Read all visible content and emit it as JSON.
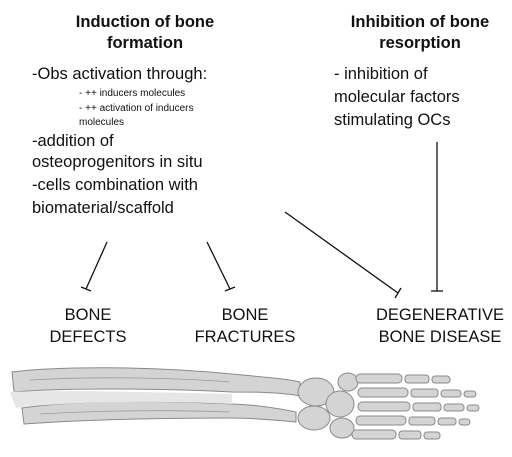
{
  "left": {
    "title_line1": "Induction of bone",
    "title_line2": "formation",
    "items": [
      "-Obs activation through:",
      "-addition of",
      "osteoprogenitors in situ",
      "-cells combination with",
      "biomaterial/scaffold"
    ],
    "subitems": [
      "- ++ inducers molecules",
      "- ++ activation of inducers",
      "molecules"
    ]
  },
  "right": {
    "title_line1": "Inhibition of bone",
    "title_line2": "resorption",
    "items": [
      "- inhibition of",
      "molecular factors",
      "stimulating OCs"
    ]
  },
  "targets": {
    "defects": [
      "BONE",
      "DEFECTS"
    ],
    "fractures": [
      "BONE",
      "FRACTURES"
    ],
    "degenerative": [
      "DEGENERATIVE",
      "BONE DISEASE"
    ]
  },
  "colors": {
    "line": "#111111",
    "bone": "#cfcfcf",
    "bone_outline": "#8a8a8a"
  }
}
